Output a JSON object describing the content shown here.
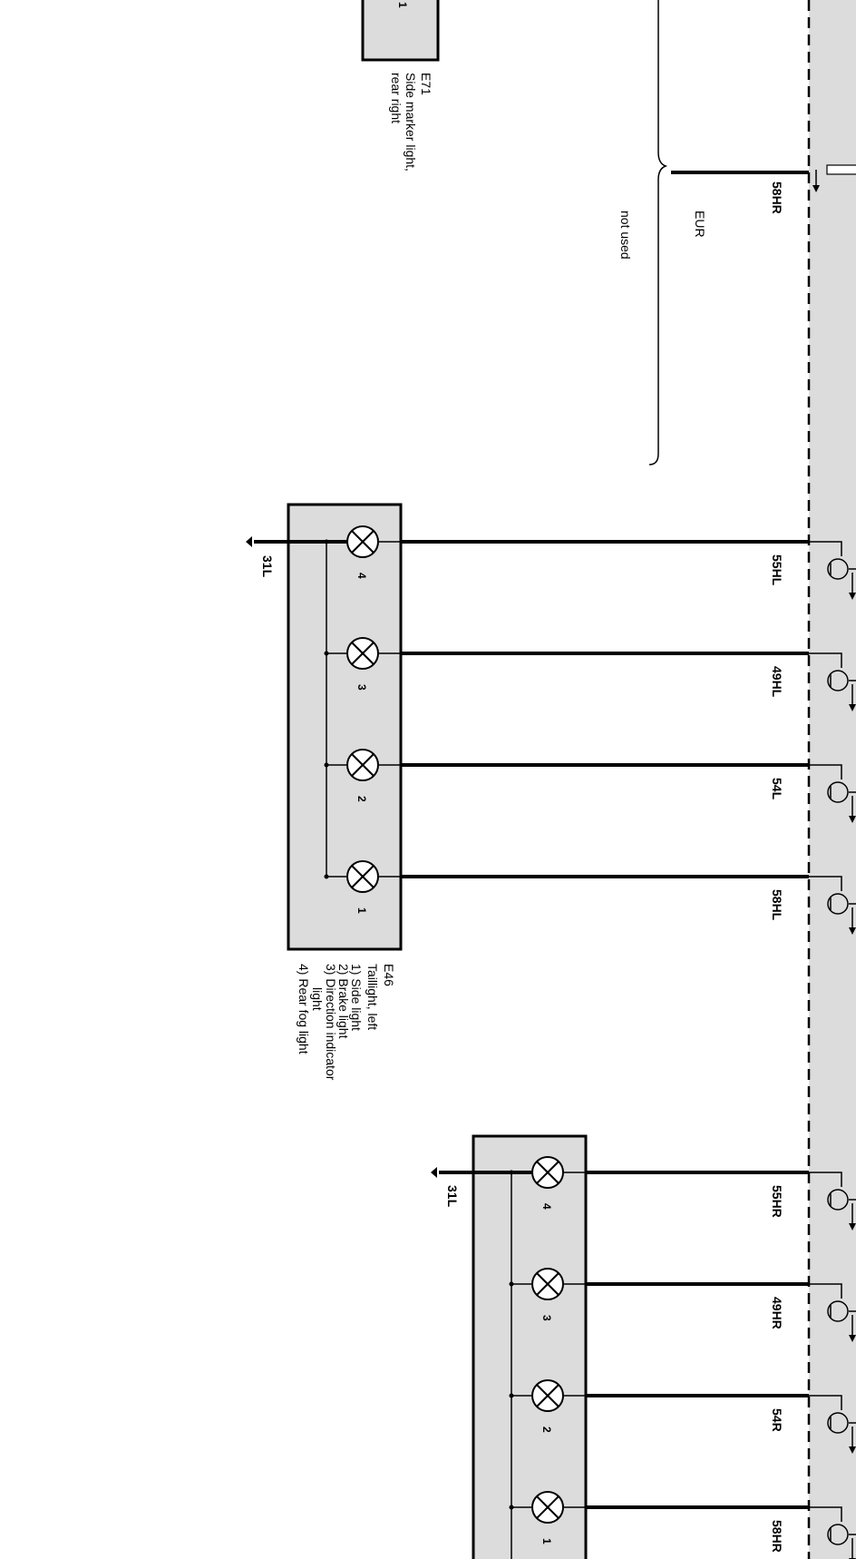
{
  "diagram": {
    "e71": {
      "ref": "E71",
      "desc_line1": "Side marker light,",
      "desc_line2": "rear right"
    },
    "note": {
      "market": "EUR",
      "text": "not used"
    },
    "wire_58hr_top": "58HR",
    "e46": {
      "ref": "E46",
      "desc": [
        "Taillight, left",
        "1) Side light",
        "2) Brake light",
        "3) Direction indicator",
        "light",
        "4) Rear fog light"
      ],
      "ground": "31L",
      "pins": [
        "4",
        "3",
        "2",
        "1"
      ],
      "wires": [
        "55HL",
        "49HL",
        "54L",
        "58HL"
      ]
    },
    "right_lamp": {
      "ground": "31L",
      "pins": [
        "4",
        "3",
        "2",
        "1"
      ],
      "wires": [
        "55HR",
        "49HR",
        "54R",
        "58HR"
      ]
    }
  },
  "colors": {
    "panel": "#dcdcdc",
    "line": "#000000"
  }
}
